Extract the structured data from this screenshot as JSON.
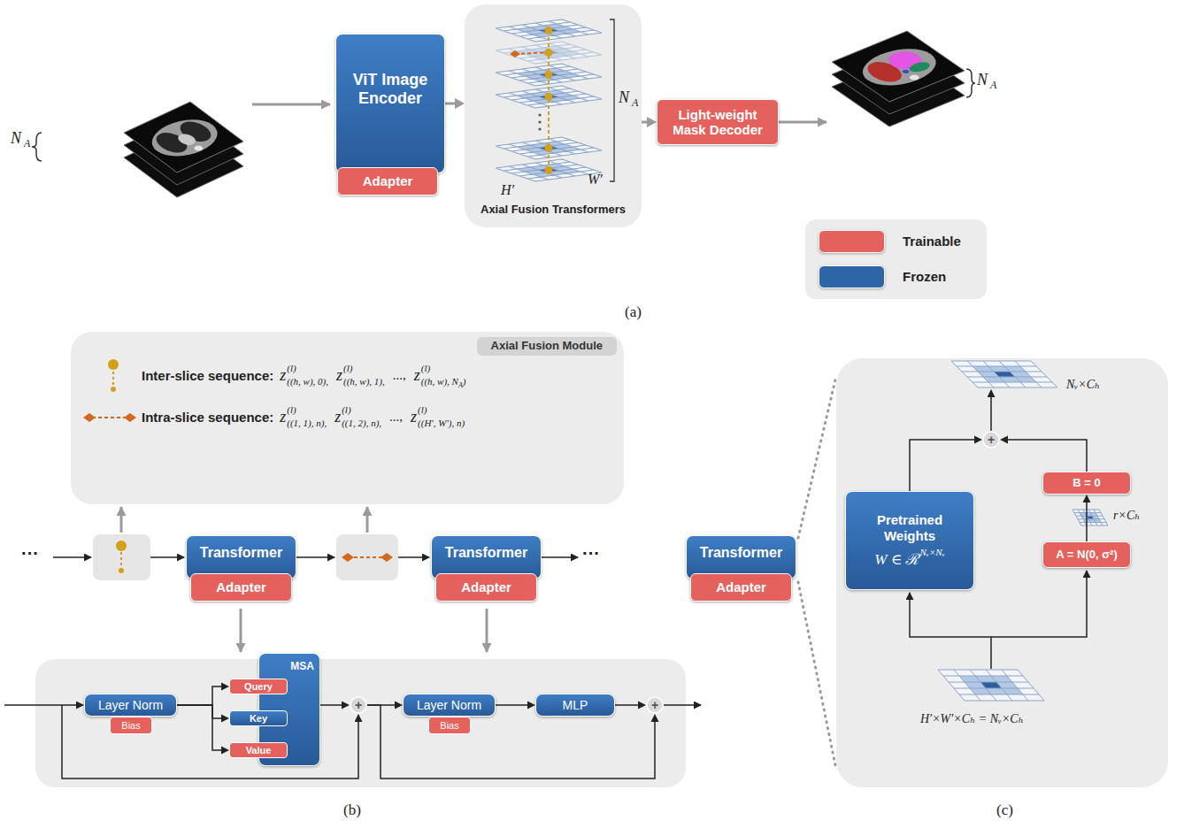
{
  "diagram": {
    "nodes": [
      {
        "text": [
          "ViT Image Encoder"
        ]
      },
      {
        "text": [
          "Adapter"
        ],
        "in": 0
      },
      {
        "text": [
          "Axial Fusion Transformers"
        ]
      },
      {
        "text": [
          "Light-weight Mask Decoder"
        ]
      },
      {
        "text": [
          "Axial Fusion Module"
        ]
      },
      {
        "text": [
          "Transformer"
        ]
      },
      {
        "text": [
          "Adapter"
        ],
        "in": 5
      },
      {
        "text": [
          "Transformer"
        ]
      },
      {
        "text": [
          "Adapter"
        ],
        "in": 7
      },
      {
        "text": [
          "Layer Norm"
        ]
      },
      {
        "text": [
          "Bias"
        ],
        "in": 9
      },
      {
        "text": [
          "MSA"
        ]
      },
      {
        "text": [
          "Query"
        ],
        "in": 11
      },
      {
        "text": [
          "Key"
        ],
        "in": 11
      },
      {
        "text": [
          "Value"
        ],
        "in": 11
      },
      {
        "text": [
          "+"
        ]
      },
      {
        "text": [
          "Layer Norm"
        ]
      },
      {
        "text": [
          "Bias"
        ],
        "in": 16
      },
      {
        "text": [
          "MLP"
        ]
      },
      {
        "text": [
          "+"
        ]
      },
      {
        "text": [
          "Transformer"
        ]
      },
      {
        "text": [
          "Adapter"
        ],
        "in": 20
      },
      {
        "text": [
          "Pretrained Weights",
          "W ∈ ℛ",
          "Nᵥ×Nᵥ"
        ]
      },
      {
        "text": [
          "B = 0"
        ]
      },
      {
        "text": [
          "A = N(0, σ²)"
        ]
      },
      {
        "text": [
          "+"
        ]
      }
    ],
    "edges": [
      {
        "from": 0,
        "to": 2,
        "arrow": "to"
      },
      {
        "from": 2,
        "to": 3,
        "arrow": "to"
      },
      {
        "from": 9,
        "to": 12,
        "arrow": "to"
      },
      {
        "from": 9,
        "to": 13,
        "arrow": "to"
      },
      {
        "from": 9,
        "to": 14,
        "arrow": "to"
      },
      {
        "from": 11,
        "to": 15,
        "arrow": "to"
      },
      {
        "from": 15,
        "to": 16,
        "arrow": "to"
      },
      {
        "from": 16,
        "to": 18,
        "arrow": "to"
      },
      {
        "from": 18,
        "to": 19,
        "arrow": "to"
      },
      {
        "from": 15,
        "to": 19,
        "arrow": "to"
      },
      {
        "from": 22,
        "to": 25,
        "arrow": "to"
      },
      {
        "from": 24,
        "to": 23,
        "arrow": "to"
      },
      {
        "from": 23,
        "to": 25,
        "arrow": "to"
      }
    ],
    "labels": [
      "N",
      "A",
      "H′",
      "W′",
      "N",
      "A",
      "N",
      "A",
      "(a)",
      "Inter-slice sequence:",
      "z",
      "(l)",
      "((h, w), 0),",
      "z",
      "(l)",
      "((h, w), 1),",
      "...,",
      "z",
      "(l)",
      "((h, w), N",
      "A",
      ")",
      "Intra-slice sequence:",
      "z",
      "(l)",
      "((1, 1), n),",
      "z",
      "(l)",
      "((1, 2), n),",
      "...,",
      "z",
      "(l)",
      "((H′, W′), n)",
      "···",
      "···",
      "(b)",
      "Nᵥ×Cₕ",
      "r×Cₕ",
      "H′×W′×Cₕ = Nᵥ×Cₕ",
      "(c)"
    ],
    "legend": [
      {
        "text": "Trainable",
        "color": "#e4615d"
      },
      {
        "text": "Frozen",
        "color": "#2e65a6"
      }
    ]
  }
}
